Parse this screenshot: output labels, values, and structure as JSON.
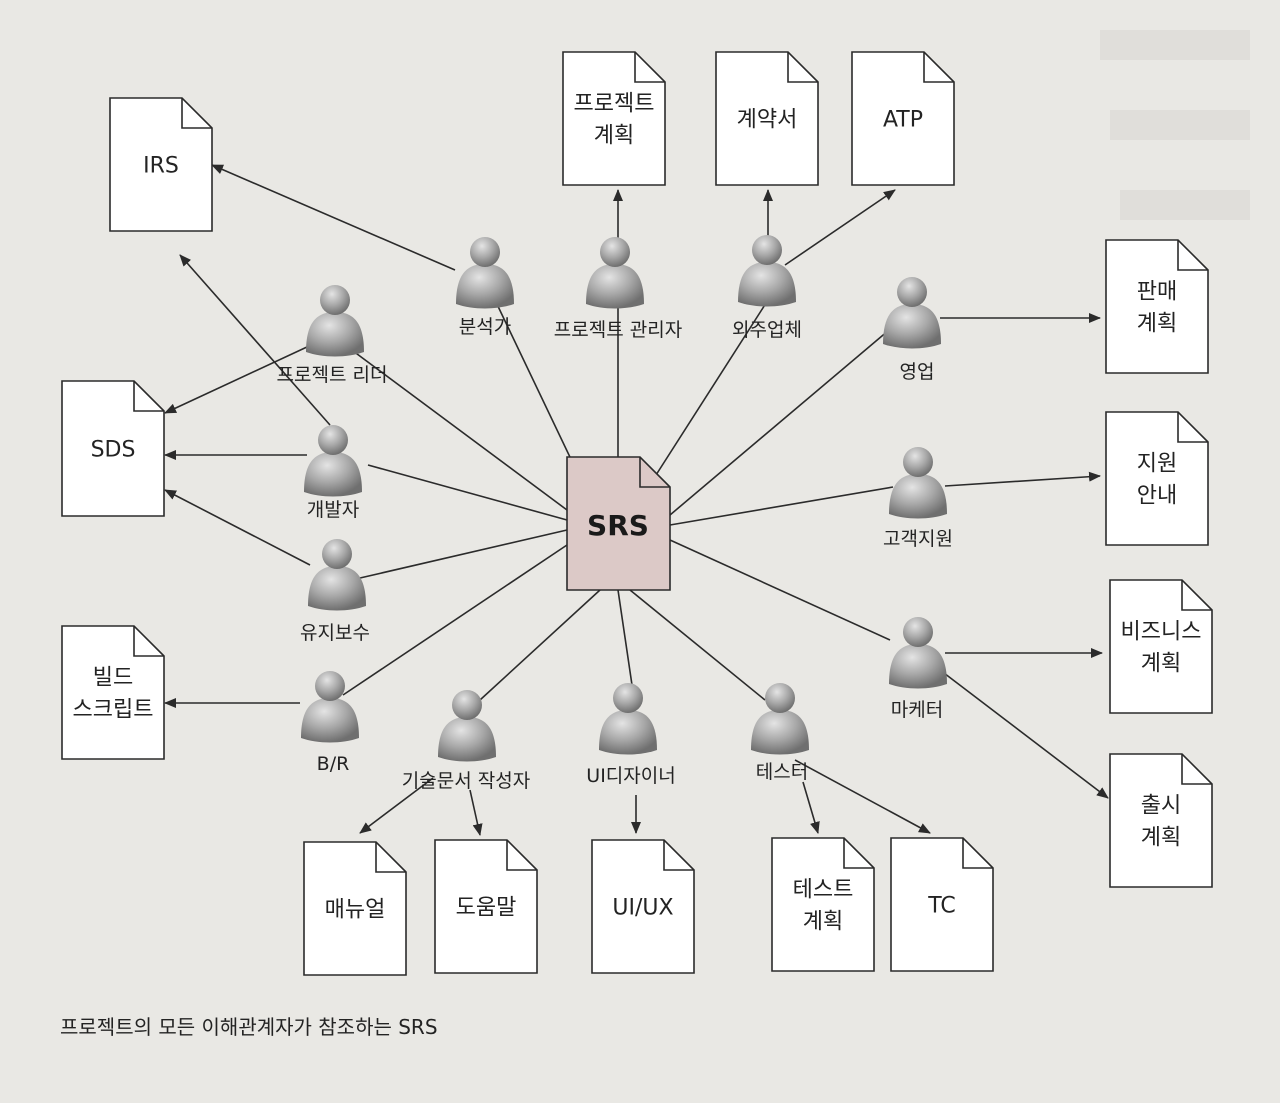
{
  "center": {
    "label": "SRS",
    "fill": "#dcc9c7"
  },
  "documents": {
    "irs": [
      "IRS"
    ],
    "sds": [
      "SDS"
    ],
    "build_script": [
      "빌드",
      "스크립트"
    ],
    "project_plan": [
      "프로젝트",
      "계획"
    ],
    "contract": [
      "계약서"
    ],
    "atp": [
      "ATP"
    ],
    "sales_plan": [
      "판매",
      "계획"
    ],
    "support_guide": [
      "지원",
      "안내"
    ],
    "business_plan": [
      "비즈니스",
      "계획"
    ],
    "release_plan": [
      "출시",
      "계획"
    ],
    "manual": [
      "매뉴얼"
    ],
    "help": [
      "도움말"
    ],
    "uiux": [
      "UI/UX"
    ],
    "test_plan": [
      "테스트",
      "계획"
    ],
    "tc": [
      "TC"
    ]
  },
  "roles": {
    "analyst": "분석가",
    "project_manager": "프로젝트 관리자",
    "outsourcer": "외주업체",
    "project_leader": "프로젝트 리더",
    "developer": "개발자",
    "maintenance": "유지보수",
    "build_release": "B/R",
    "tech_writer": "기술문서 작성자",
    "ui_designer": "UI디자이너",
    "tester": "테스터",
    "sales": "영업",
    "customer_support": "고객지원",
    "marketer": "마케터"
  },
  "caption": "프로젝트의 모든 이해관계자가 참조하는 SRS",
  "colors": {
    "document_fill": "#ffffff",
    "person_fill": "#a9a9a9",
    "line": "#2b2b2b"
  }
}
